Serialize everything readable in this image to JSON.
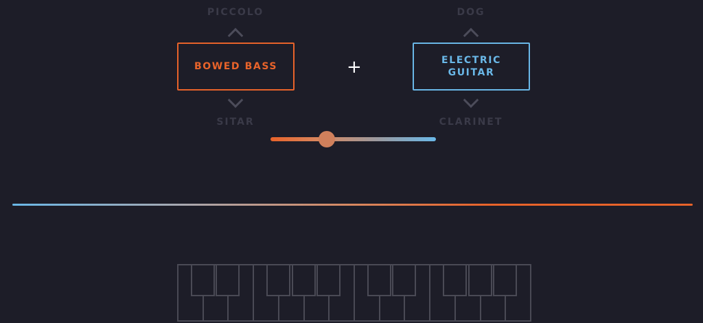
{
  "left_instrument": {
    "prev": "PICCOLO",
    "current": "BOWED BASS",
    "next": "SITAR",
    "color": "#e8632a"
  },
  "right_instrument": {
    "prev": "DOG",
    "current": "ELECTRIC GUITAR",
    "next": "CLARINET",
    "color": "#6ab8e8"
  },
  "combine_symbol": "+",
  "mix_slider": {
    "value_percent": 34,
    "thumb_color": "#d0805c"
  },
  "keyboard": {
    "white_keys": 14,
    "black_key_positions": [
      0,
      1,
      3,
      4,
      5,
      7,
      8,
      10,
      11,
      12
    ]
  }
}
